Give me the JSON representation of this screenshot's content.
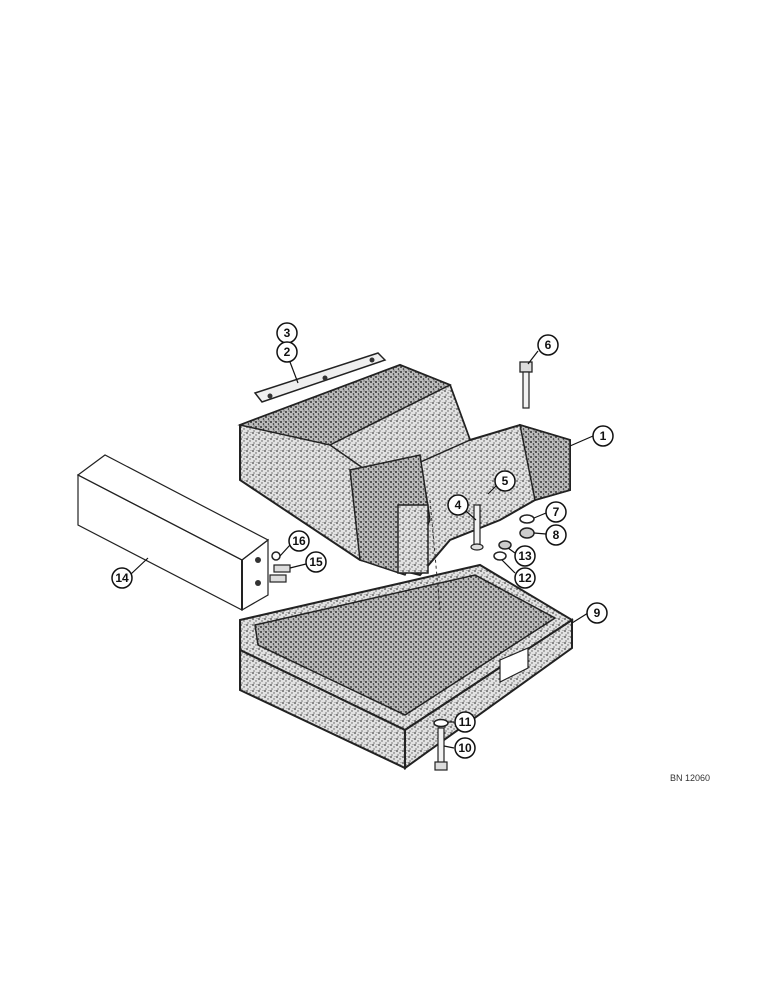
{
  "diagram": {
    "reference_code": "BN 12060",
    "callouts": [
      "1",
      "2",
      "3",
      "4",
      "5",
      "6",
      "7",
      "8",
      "9",
      "10",
      "11",
      "12",
      "13",
      "14",
      "15",
      "16"
    ]
  },
  "colors": {
    "ink": "#111111",
    "background": "#ffffff",
    "casting_fill": "#cfcfcf",
    "casting_speckle": "#5a5a5a"
  }
}
